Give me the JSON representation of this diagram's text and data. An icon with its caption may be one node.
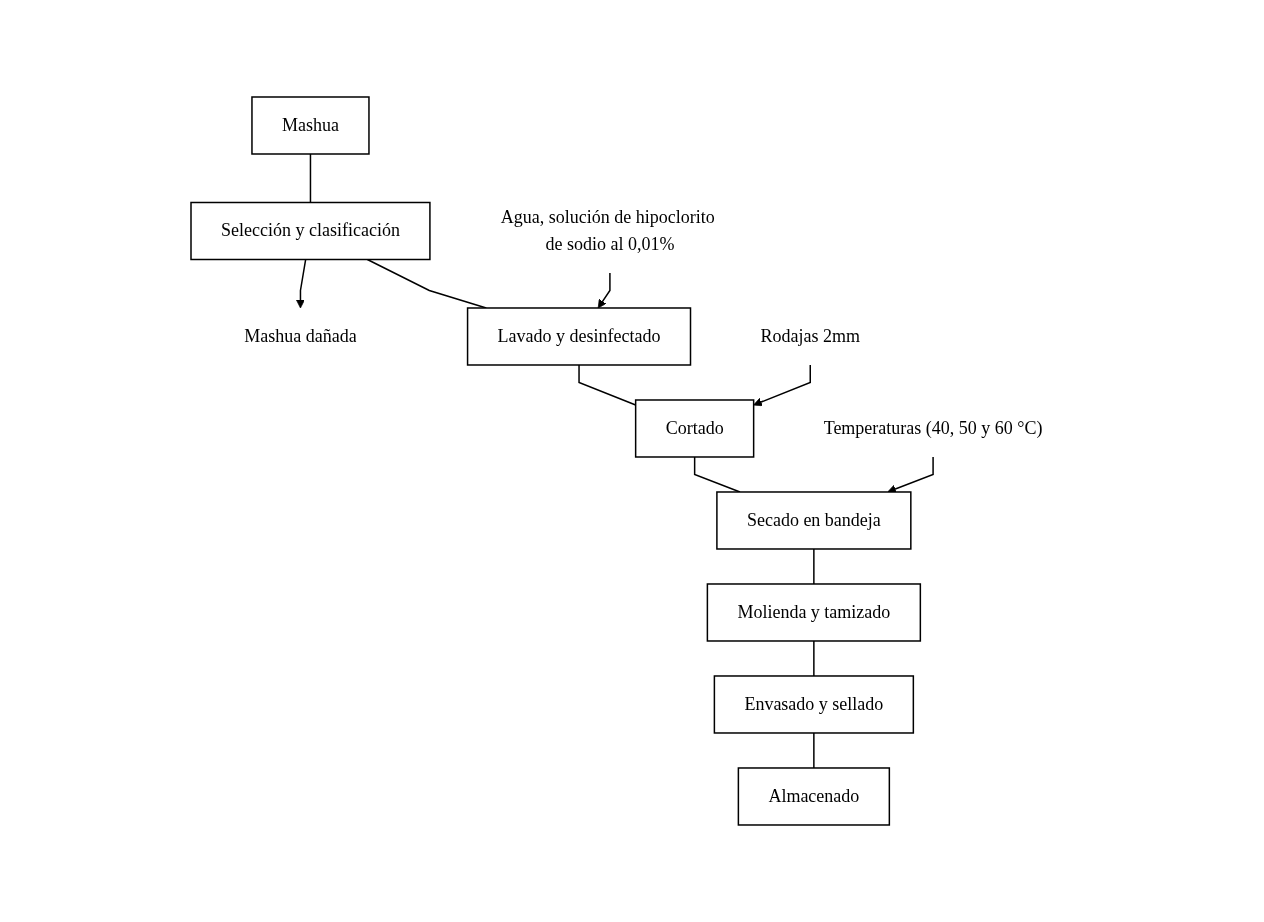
{
  "diagram": {
    "nodes": [
      {
        "text": [
          "Mashua"
        ]
      },
      {
        "text": [
          "Selección y clasificación"
        ]
      },
      {
        "text": [
          "Mashua dañada"
        ]
      },
      {
        "text": [
          "Agua, solución de hipoclorito de sodio al 0,01%"
        ]
      },
      {
        "text": [
          "Lavado y desinfectado"
        ]
      },
      {
        "text": [
          "Rodajas 2mm"
        ]
      },
      {
        "text": [
          "Cortado"
        ]
      },
      {
        "text": [
          "Temperaturas (40, 50 y 60 °C)"
        ]
      },
      {
        "text": [
          "Secado en bandeja"
        ]
      },
      {
        "text": [
          "Molienda y tamizado"
        ]
      },
      {
        "text": [
          "Envasado y sellado"
        ]
      },
      {
        "text": [
          "Almacenado"
        ]
      }
    ],
    "edges": [
      {
        "from": 0,
        "to": 1,
        "arrow": "none"
      },
      {
        "from": 1,
        "to": 2,
        "arrow": "to"
      },
      {
        "from": 1,
        "to": 4,
        "arrow": "none"
      },
      {
        "from": 3,
        "to": 4,
        "arrow": "to"
      },
      {
        "from": 4,
        "to": 6,
        "arrow": "none"
      },
      {
        "from": 5,
        "to": 6,
        "arrow": "to"
      },
      {
        "from": 6,
        "to": 8,
        "arrow": "none"
      },
      {
        "from": 7,
        "to": 8,
        "arrow": "to"
      },
      {
        "from": 8,
        "to": 9,
        "arrow": "none"
      },
      {
        "from": 9,
        "to": 10,
        "arrow": "none"
      },
      {
        "from": 10,
        "to": 11,
        "arrow": "none"
      }
    ]
  }
}
